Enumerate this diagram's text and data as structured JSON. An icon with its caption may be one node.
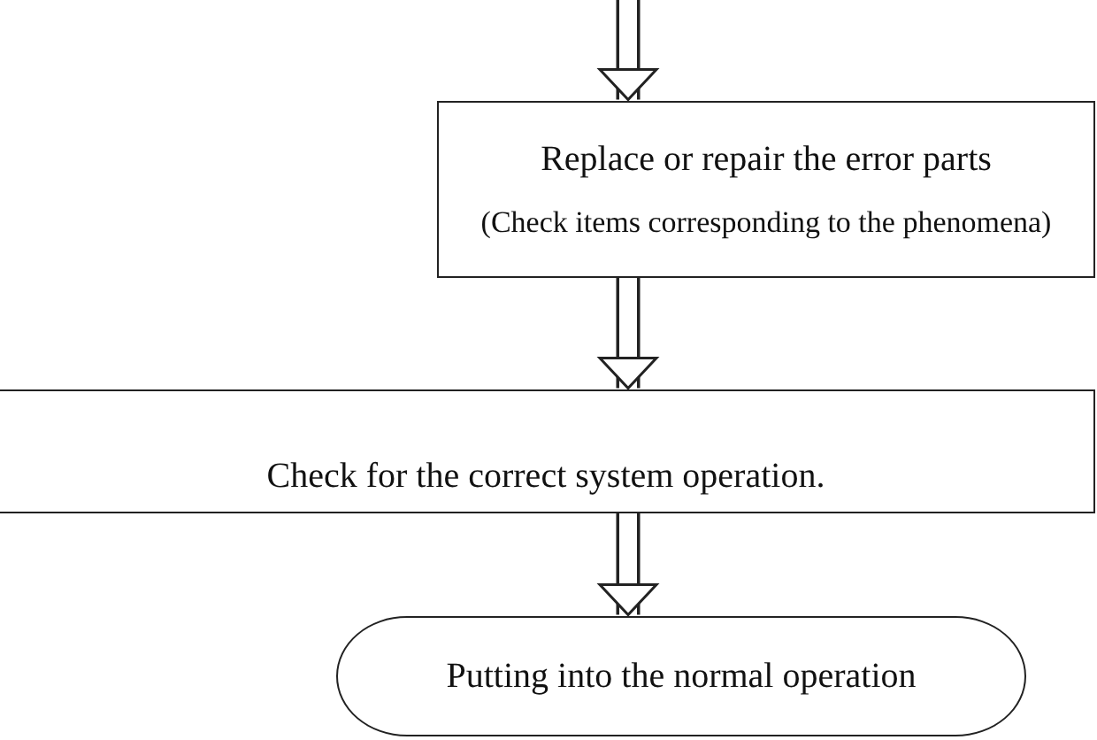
{
  "diagram": {
    "nodes": [
      {
        "text": [
          "Replace or repair the error parts",
          "(Check items corresponding to the phenomena)"
        ]
      },
      {
        "text": [
          "Check for the correct system operation."
        ]
      },
      {
        "text": [
          "Putting into the normal operation"
        ]
      }
    ],
    "edges": [
      {
        "from": null,
        "to": 0,
        "arrow": "to"
      },
      {
        "from": 0,
        "to": 1,
        "arrow": "to"
      },
      {
        "from": 1,
        "to": 2,
        "arrow": "to"
      }
    ]
  }
}
